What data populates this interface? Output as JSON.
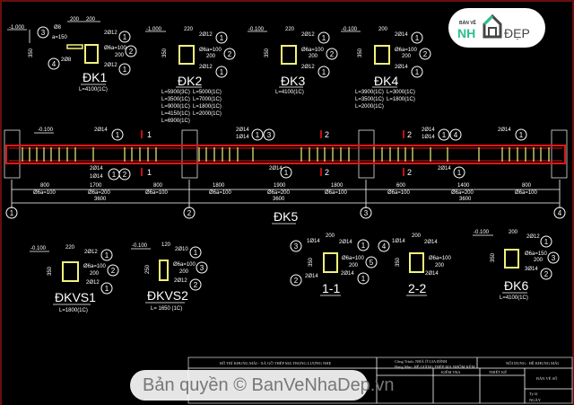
{
  "logo": {
    "small": "BẢN VẼ",
    "main": "NH",
    "suffix": "ĐẸP",
    "accent": "#2bbf8f"
  },
  "watermark": {
    "text": "Bản quyền © BanVeNhaDep.vn"
  },
  "colors": {
    "background": "#000000",
    "rebar_outline": "#e01515",
    "stirrup": "#f2f27a",
    "frame": "#6a0e0e"
  },
  "sections": {
    "dk1": {
      "title": "ĐK1",
      "level": "-1.000",
      "length": "L=4100(1C)",
      "dim_w1": "200",
      "dim_w2": "200",
      "dim_h": "350",
      "top_bar": "2Ø12",
      "bot_bar": "2Ø12",
      "stirrup": "Ø6a=100",
      "stirrup_w": "200",
      "ext_bar": "Ø8",
      "ext_spacing": "a=150",
      "ext_bar2": "2Ø8",
      "marks": [
        "1",
        "2",
        "1",
        "3",
        "4"
      ]
    },
    "dk2": {
      "title": "ĐK2",
      "level": "-1.000",
      "dim_w": "220",
      "dim_h": "350",
      "top_bar": "2Ø12",
      "bot_bar": "2Ø12",
      "stirrup": "Ø6a=100",
      "stirrup_w": "200",
      "lengths": [
        "L=5900(3C)",
        "L=5000(1C)",
        "L=3500(1C)",
        "L=7000(1C)",
        "L=9000(1C)",
        "L=1800(1C)",
        "L=4150(1C)",
        "L=2000(1C)",
        "L=6900(1C)"
      ]
    },
    "dk3": {
      "title": "ĐK3",
      "level": "-0.100",
      "dim_w": "220",
      "dim_h": "350",
      "top_bar": "2Ø12",
      "bot_bar": "2Ø12",
      "stirrup": "Ø6a=100",
      "stirrup_w": "200",
      "length": "L=4100(1C)"
    },
    "dk4": {
      "title": "ĐK4",
      "level": "-0.100",
      "dim_w": "200",
      "dim_h": "350",
      "top_bar": "2Ø14",
      "bot_bar": "2Ø14",
      "stirrup": "Ø6a=100",
      "stirrup_w": "200",
      "lengths": [
        "L=3900(1C)",
        "L=3000(1C)",
        "L=3500(1C)",
        "L=1800(1C)",
        "L=2000(1C)"
      ]
    },
    "dk5": {
      "title": "ĐK5",
      "level": "-0.100",
      "callouts": [
        "2Ø14",
        "2Ø14",
        "1Ø14",
        "2Ø14",
        "2Ø14",
        "2Ø14",
        "1Ø14",
        "2Ø14",
        "2Ø14"
      ],
      "section_marks": [
        "1",
        "1",
        "2",
        "2",
        "2",
        "2"
      ],
      "segments": [
        {
          "len": "800",
          "stirrup": "Ø6a=100"
        },
        {
          "len": "1700",
          "stirrup": "Ø6a=200"
        },
        {
          "len": "800",
          "stirrup": "Ø6a=100"
        },
        {
          "len": "1800",
          "stirrup": "Ø6a=100"
        },
        {
          "len": "1900",
          "stirrup": "Ø6a=200"
        },
        {
          "len": "1800",
          "stirrup": "Ø6a=100"
        },
        {
          "len": "600",
          "stirrup": "Ø6a=100"
        },
        {
          "len": "1400",
          "stirrup": "Ø6a=200"
        },
        {
          "len": "800",
          "stirrup": "Ø6a=100"
        }
      ],
      "spans": [
        "3600",
        "3600",
        "3600"
      ],
      "axes": [
        "1",
        "2",
        "3",
        "4"
      ]
    },
    "dkvs1": {
      "title": "ĐKVS1",
      "level": "-0.100",
      "dim_w": "220",
      "dim_h": "350",
      "top_bar": "2Ø12",
      "bot_bar": "2Ø12",
      "stirrup": "Ø6a=100",
      "stirrup_w": "200",
      "length": "L=1800(1C)"
    },
    "dkvs2": {
      "title": "ĐKVS2",
      "level": "-0.100",
      "dim_w": "120",
      "dim_h": "250",
      "top_bar": "2Ø10",
      "bot_bar": "2Ø12",
      "stirrup": "Ø6a=100",
      "stirrup_w": "200",
      "length": "L= 1650 (1C)"
    },
    "s11": {
      "title": "1-1",
      "dim_w": "200",
      "dim_h": "350",
      "top_left": "1Ø14",
      "top_right": "2Ø14",
      "bot_left": "2Ø14",
      "bot_right": "2Ø14",
      "stirrup": "Ø6a=100",
      "stirrup_w": "200",
      "marks": [
        "3",
        "1",
        "5",
        "2",
        "1"
      ]
    },
    "s22": {
      "title": "2-2",
      "dim_w": "200",
      "dim_h": "350",
      "top_left": "1Ø14",
      "top_right": "2Ø14",
      "bot_right": "2Ø14",
      "stirrup": "Ø6a=100",
      "stirrup_w": "200",
      "marks": [
        "4",
        "1",
        "5",
        "1"
      ]
    },
    "dk6": {
      "title": "ĐK6",
      "level": "-0.100",
      "dim_w": "200",
      "dim_h": "350",
      "top_bar": "2Ø12",
      "bot_bar": "3Ø14",
      "stirrup": "Ø6a=150",
      "stirrup_w": "200",
      "length": "L=4100(1C)",
      "marks": [
        "1",
        "3",
        "2"
      ]
    }
  },
  "title_block": {
    "drawing_title": "BỐ TRÍ KHUNG MÁI - XÀ GỒ THÉP MẠ TRỌNG LƯỢNG NHẸ",
    "project": "Công Trình: NHÀ Ở GIA ĐÌNH",
    "item": "Hạng Mục: HỆ GIẰNG THÉP MẠ NHÔM KẼM",
    "content": "NỘI DUNG : HỆ KHUNG MÁI",
    "check": "KIỂM TRA",
    "design": "THIẾT KẾ",
    "sheet": "BẢN VẼ SỐ",
    "ratio_label": "Tỷ lệ",
    "date_label": "NGÀY"
  }
}
